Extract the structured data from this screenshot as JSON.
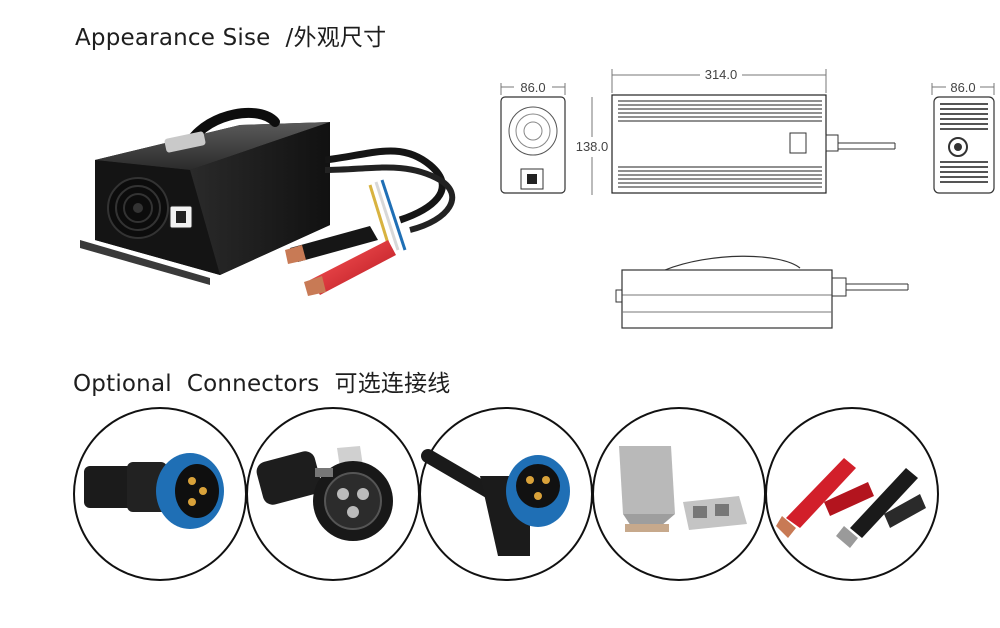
{
  "appearance": {
    "heading": "Appearance Sise  /外观尺寸"
  },
  "dimensions": {
    "front_width": "86.0",
    "front_height": "138.0",
    "length": "314.0",
    "back_width": "86.0"
  },
  "connectors": {
    "heading": "Optional  Connectors  可选连接线",
    "items": [
      {
        "name": "circular-connector-blue-straight"
      },
      {
        "name": "circular-connector-black"
      },
      {
        "name": "circular-connector-blue-right-angle"
      },
      {
        "name": "anderson-connector-grey"
      },
      {
        "name": "alligator-clips"
      }
    ]
  },
  "colors": {
    "accent_blue": "#1f6fb5",
    "clip_red": "#d21f2a",
    "body_black": "#1b1b1b",
    "outline": "#111111"
  }
}
